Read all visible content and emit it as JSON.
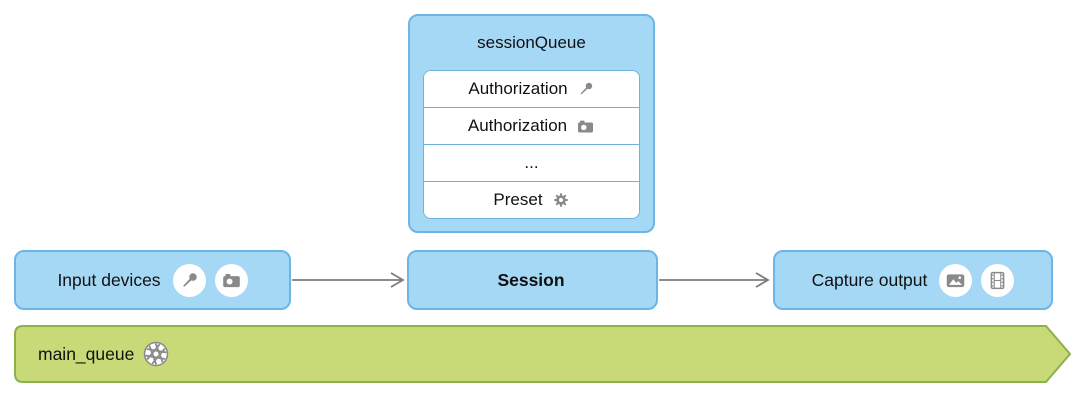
{
  "session_queue": {
    "title": "sessionQueue",
    "rows": [
      {
        "label": "Authorization",
        "icon": "microphone-icon"
      },
      {
        "label": "Authorization",
        "icon": "camera-icon"
      },
      {
        "label": "...",
        "icon": null
      },
      {
        "label": "Preset",
        "icon": "gear-icon"
      }
    ]
  },
  "flow": {
    "input_devices": {
      "label": "Input devices",
      "icons": [
        "microphone-icon",
        "camera-icon"
      ]
    },
    "session": {
      "label": "Session"
    },
    "capture_output": {
      "label": "Capture output",
      "icons": [
        "photo-icon",
        "film-icon"
      ]
    }
  },
  "main_queue": {
    "label": "main_queue",
    "icon": "shutter-icon"
  },
  "colors": {
    "box_fill": "#a5d8f5",
    "box_border": "#6cb5e6",
    "row_border": "#6fb3dd",
    "banner_fill": "#c8da78",
    "banner_border": "#8bb04c",
    "icon_gray": "#8a8a8a",
    "arrow_gray": "#7d7d7d",
    "text": "#111111"
  }
}
